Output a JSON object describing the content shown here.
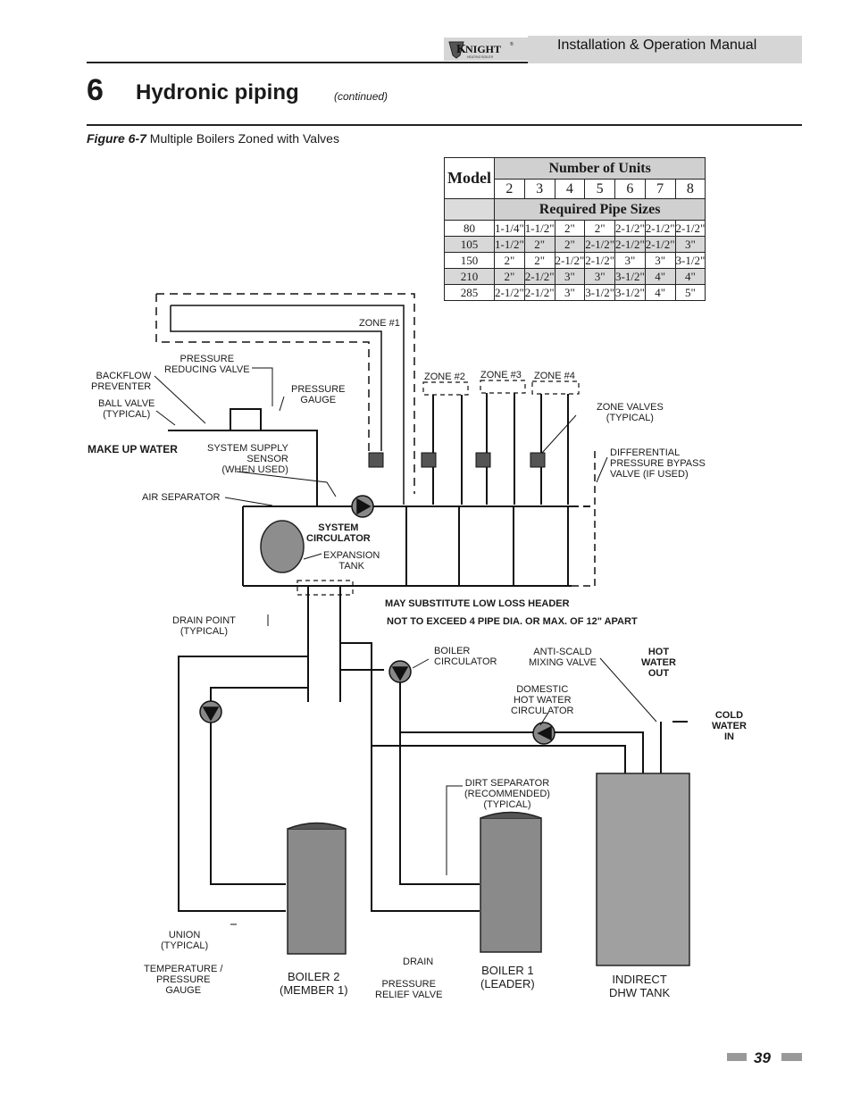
{
  "header": {
    "brand": "KNIGHT",
    "manual_title": "Installation & Operation Manual"
  },
  "section": {
    "number": "6",
    "title": "Hydronic piping",
    "continued": "(continued)"
  },
  "figure": {
    "label": "Figure 6-7",
    "caption": "Multiple Boilers Zoned with Valves"
  },
  "pipe_table": {
    "model_header": "Model",
    "units_header": "Number of Units",
    "sizes_header": "Required Pipe Sizes",
    "unit_counts": [
      "2",
      "3",
      "4",
      "5",
      "6",
      "7",
      "8"
    ],
    "rows": [
      {
        "model": "80",
        "sizes": [
          "1-1/4\"",
          "1-1/2\"",
          "2\"",
          "2\"",
          "2-1/2\"",
          "2-1/2\"",
          "2-1/2\""
        ]
      },
      {
        "model": "105",
        "sizes": [
          "1-1/2\"",
          "2\"",
          "2\"",
          "2-1/2\"",
          "2-1/2\"",
          "2-1/2\"",
          "3\""
        ]
      },
      {
        "model": "150",
        "sizes": [
          "2\"",
          "2\"",
          "2-1/2\"",
          "2-1/2\"",
          "3\"",
          "3\"",
          "3-1/2\""
        ]
      },
      {
        "model": "210",
        "sizes": [
          "2\"",
          "2-1/2\"",
          "3\"",
          "3\"",
          "3-1/2\"",
          "4\"",
          "4\""
        ]
      },
      {
        "model": "285",
        "sizes": [
          "2-1/2\"",
          "2-1/2\"",
          "3\"",
          "3-1/2\"",
          "3-1/2\"",
          "4\"",
          "5\""
        ]
      }
    ]
  },
  "diagram_labels": {
    "zone1": "ZONE #1",
    "zone2": "ZONE #2",
    "zone3": "ZONE #3",
    "zone4": "ZONE #4",
    "pressure_reducing_valve": "PRESSURE\nREDUCING VALVE",
    "backflow_preventer": "BACKFLOW\nPREVENTER",
    "pressure_gauge": "PRESSURE\nGAUGE",
    "ball_valve": "BALL VALVE\n(TYPICAL)",
    "zone_valves": "ZONE VALVES\n(TYPICAL)",
    "make_up_water": "MAKE UP WATER",
    "system_supply_sensor": "SYSTEM SUPPLY\nSENSOR\n(WHEN USED)",
    "differential_bypass": "DIFFERENTIAL\nPRESSURE BYPASS\nVALVE (IF USED)",
    "air_separator": "AIR SEPARATOR",
    "system_circulator": "SYSTEM\nCIRCULATOR",
    "expansion_tank": "EXPANSION\nTANK",
    "low_loss_header": "MAY SUBSTITUTE LOW LOSS HEADER",
    "not_exceed": "NOT TO EXCEED 4 PIPE DIA. OR MAX. OF 12\" APART",
    "drain_point": "DRAIN POINT\n(TYPICAL)",
    "boiler_circulator": "BOILER\nCIRCULATOR",
    "anti_scald": "ANTI-SCALD\nMIXING VALVE",
    "hot_water_out": "HOT\nWATER\nOUT",
    "domestic_circulator": "DOMESTIC\nHOT WATER\nCIRCULATOR",
    "cold_water_in": "COLD\nWATER\nIN",
    "dirt_separator": "DIRT SEPARATOR\n(RECOMMENDED)\n(TYPICAL)",
    "union": "UNION\n(TYPICAL)",
    "temp_pressure_gauge": "TEMPERATURE /\nPRESSURE\nGAUGE",
    "boiler2": "BOILER 2\n(MEMBER 1)",
    "drain": "DRAIN",
    "pressure_relief": "PRESSURE\nRELIEF VALVE",
    "boiler1": "BOILER 1\n(LEADER)",
    "indirect_tank": "INDIRECT\nDHW TANK"
  },
  "footer": {
    "page_number": "39"
  }
}
